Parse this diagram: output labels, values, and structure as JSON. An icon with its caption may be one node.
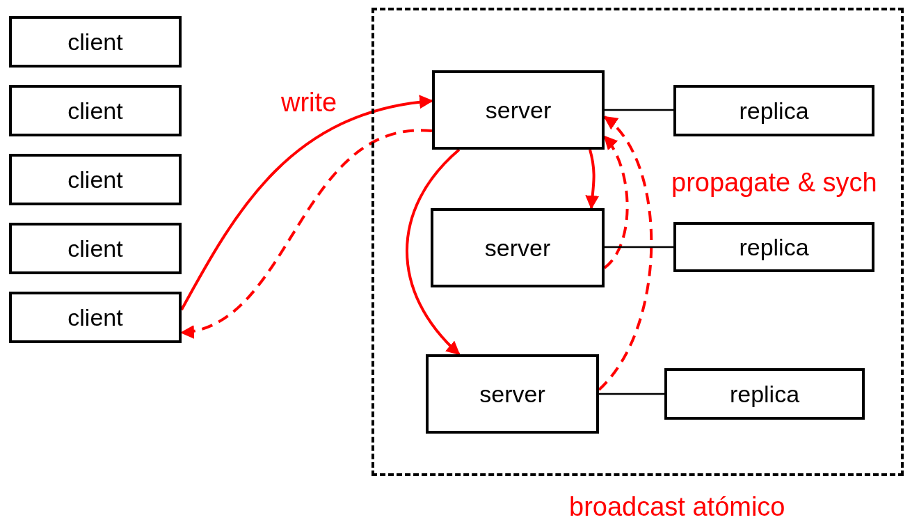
{
  "diagram": {
    "nodes": [
      {
        "text": [
          "client"
        ]
      },
      {
        "text": [
          "client"
        ]
      },
      {
        "text": [
          "client"
        ]
      },
      {
        "text": [
          "client"
        ]
      },
      {
        "text": [
          "client"
        ]
      },
      {
        "text": [
          "broadcast atómico"
        ]
      },
      {
        "text": [
          "server"
        ],
        "in": 5
      },
      {
        "text": [
          "server"
        ],
        "in": 5
      },
      {
        "text": [
          "server"
        ],
        "in": 5
      },
      {
        "text": [
          "replica"
        ],
        "in": 5
      },
      {
        "text": [
          "replica"
        ],
        "in": 5
      },
      {
        "text": [
          "replica"
        ],
        "in": 5
      }
    ],
    "edges": [
      {
        "from": 4,
        "to": 6,
        "arrow": "to",
        "label": "write"
      },
      {
        "from": 6,
        "to": 4,
        "arrow": "to",
        "style": "dashed"
      },
      {
        "from": 6,
        "to": 7,
        "arrow": "to"
      },
      {
        "from": 6,
        "to": 8,
        "arrow": "to"
      },
      {
        "from": 7,
        "to": 6,
        "arrow": "to",
        "style": "dashed"
      },
      {
        "from": 8,
        "to": 6,
        "arrow": "to",
        "style": "dashed"
      },
      {
        "from": 6,
        "to": 9,
        "arrow": "none",
        "color": "#000000"
      },
      {
        "from": 7,
        "to": 10,
        "arrow": "none",
        "color": "#000000"
      },
      {
        "from": 8,
        "to": 11,
        "arrow": "none",
        "color": "#000000"
      }
    ],
    "labels": [
      "propagate & sych"
    ]
  }
}
